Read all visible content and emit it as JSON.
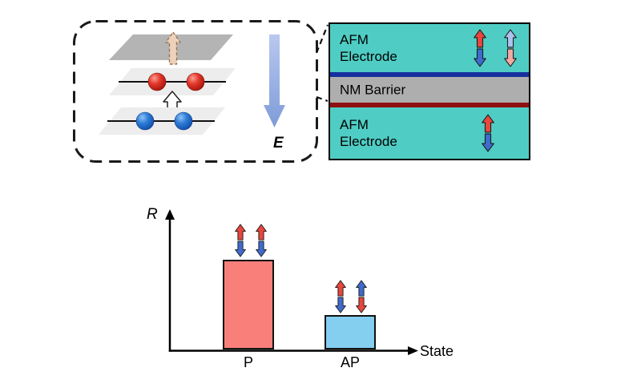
{
  "colors": {
    "teal": "#4fcdc4",
    "nm_gray": "#aeaeae",
    "sep_blue": "#17309c",
    "sep_red": "#8f1010",
    "bar_p": "#f9807a",
    "bar_ap": "#84cef0",
    "spin_red": "#e8463e",
    "spin_blue": "#3f6bcc",
    "spin_red_light": "#f2a9a2",
    "spin_blue_light": "#adc3ee",
    "efield_top": "#b9c8ef",
    "efield_bottom": "#7e9cd9",
    "slab_dark": "#b4b4b4",
    "slab_light": "#ededed",
    "tan_arrow": "#ecd2ba"
  },
  "schematic": {
    "efield_label": "E",
    "icons": [
      "dashed-up-arrow",
      "white-up-arrow",
      "red-ion-pair",
      "blue-ion-pair",
      "efield-down-arrow"
    ]
  },
  "stack": {
    "top_electrode": {
      "label": "AFM\nElectrode",
      "spin_icons": [
        "red-up/blue-down",
        "blue-up/red-down-faded"
      ]
    },
    "barrier": {
      "label": "NM Barrier"
    },
    "bottom_electrode": {
      "label": "AFM\nElectrode",
      "spin_icons": [
        "red-up/blue-down"
      ]
    }
  },
  "chart_data": {
    "type": "bar",
    "categories": [
      "P",
      "AP"
    ],
    "values": [
      2.6,
      1.0
    ],
    "title": "",
    "xlabel": "State",
    "ylabel": "R",
    "ylim": [
      0,
      3.5
    ],
    "gridlines": false,
    "legend": false,
    "bar_colors": [
      "#f9807a",
      "#84cef0"
    ],
    "spin_markers": {
      "P": [
        "red-up/blue-down",
        "red-up/blue-down"
      ],
      "AP": [
        "red-up/blue-down",
        "blue-up/red-down"
      ]
    }
  }
}
